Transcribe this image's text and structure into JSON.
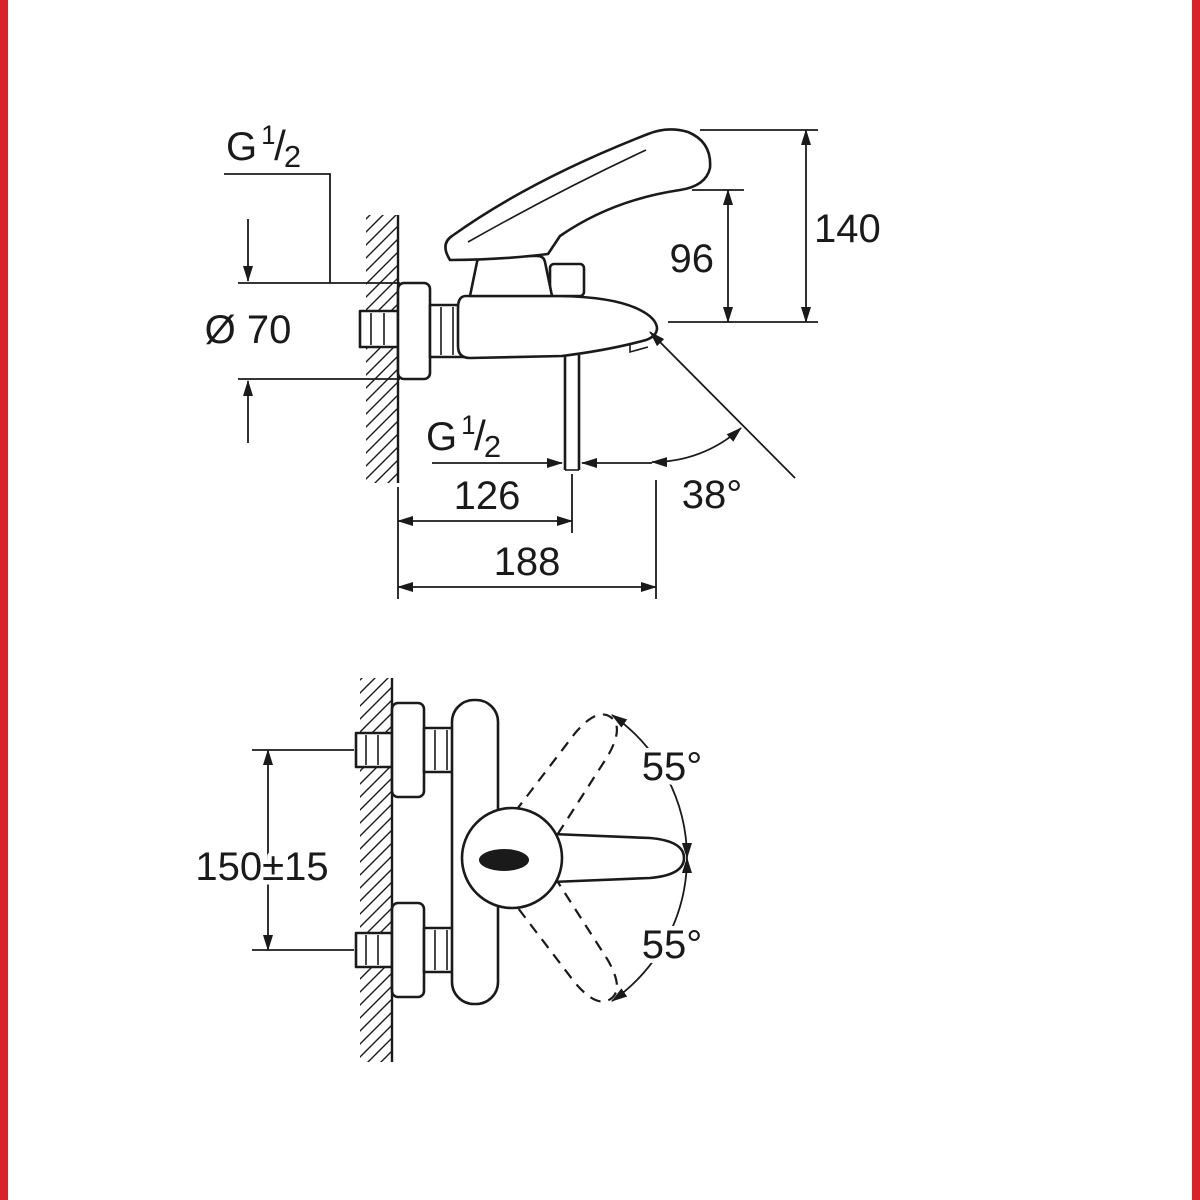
{
  "page": {
    "background": "#ffffff",
    "frame_color": "#d8232a",
    "ink_color": "#1a1a1a"
  },
  "top_view": {
    "thread_label": {
      "full": "G 1/2",
      "g": "G",
      "numerator": "1",
      "slash": "/",
      "denominator": "2"
    },
    "dims": {
      "total_height": "140",
      "spout_to_lever_height": "96",
      "escutcheon_diameter": "Ø 70",
      "wall_to_outlet": "126",
      "wall_to_spout_tip": "188",
      "spout_angle": "38°"
    }
  },
  "front_view": {
    "dims": {
      "connection_centres": "150±15",
      "lever_swing_up": "55°",
      "lever_swing_down": "55°"
    }
  }
}
